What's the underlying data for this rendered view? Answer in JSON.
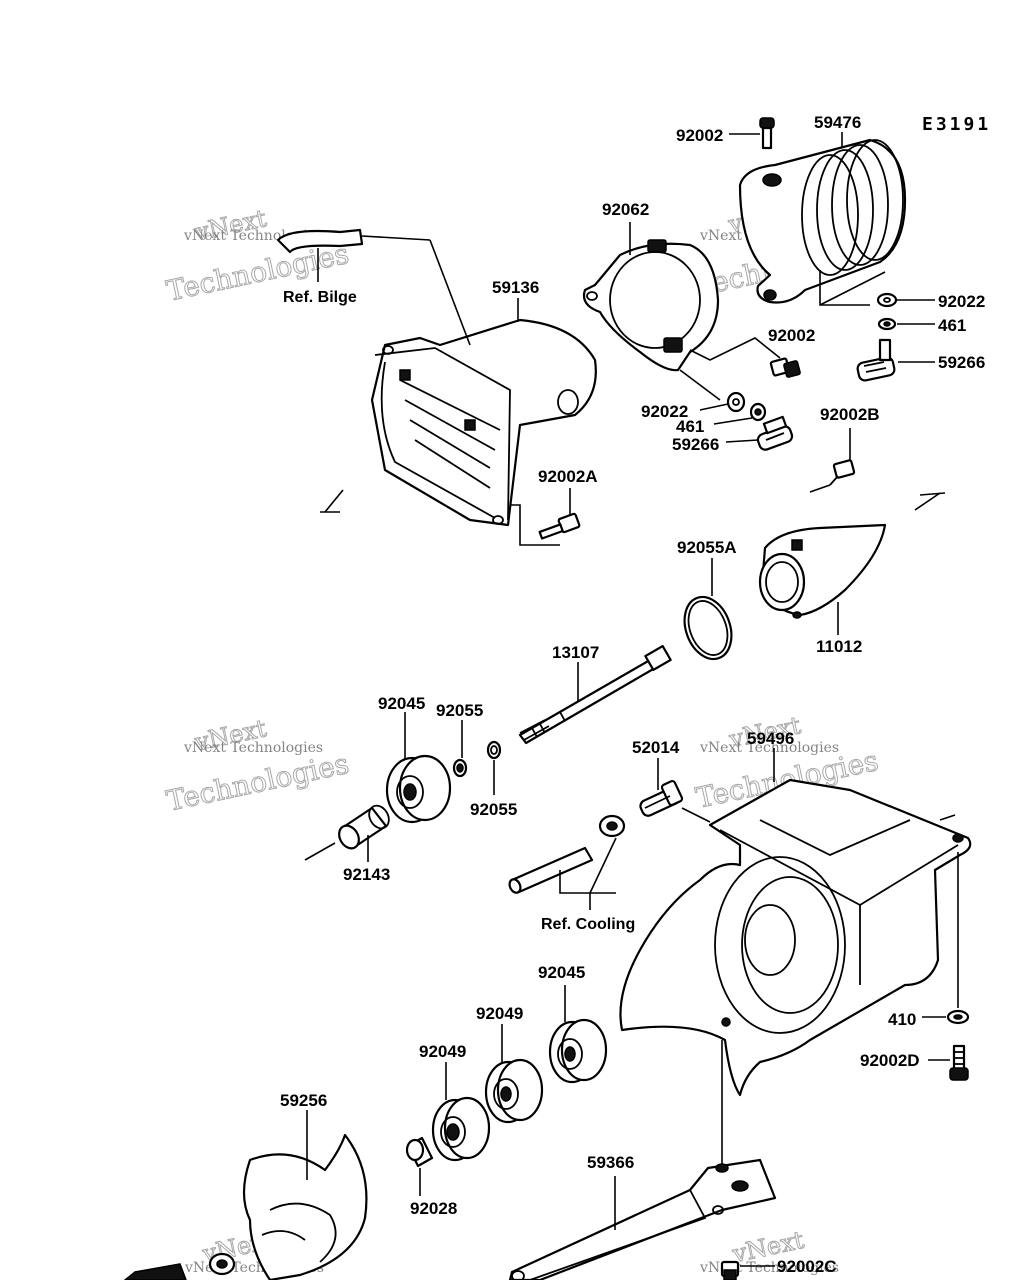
{
  "diagram_code": "E3191",
  "watermark": {
    "line1": "vNext",
    "line2": "Technologies",
    "small": "vNext Technologies"
  },
  "labels": {
    "p92002_top": "92002",
    "p59476": "59476",
    "p92062": "92062",
    "p59136": "59136",
    "ref_bilge": "Ref. Bilge",
    "p92022_right": "92022",
    "p461_right": "461",
    "p59266_right": "59266",
    "p92002_mid": "92002",
    "p92022_mid": "92022",
    "p461_mid": "461",
    "p59266_mid": "59266",
    "p92002B": "92002B",
    "p92002A": "92002A",
    "p92055A": "92055A",
    "p11012": "11012",
    "p13107": "13107",
    "p92045_top": "92045",
    "p92055_a": "92055",
    "p92055_b": "92055",
    "p92143": "92143",
    "p52014": "52014",
    "p59496": "59496",
    "ref_cooling": "Ref. Cooling",
    "p92045_low": "92045",
    "p92049_a": "92049",
    "p92049_b": "92049",
    "p410": "410",
    "p92002D": "92002D",
    "p59256": "59256",
    "p59366": "59366",
    "p92028": "92028",
    "p92002C": "92002C"
  }
}
